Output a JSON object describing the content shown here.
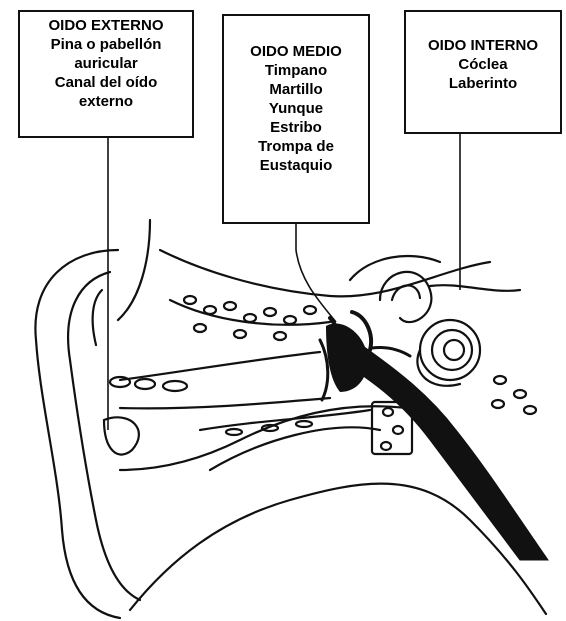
{
  "labels": {
    "externo": {
      "title": "OIDO EXTERNO",
      "lines": [
        "Pina o pabellón",
        "auricular",
        "Canal del oído",
        "externo"
      ]
    },
    "medio": {
      "title": "OIDO MEDIO",
      "lines": [
        "Timpano",
        "Martillo",
        "Yunque",
        "Estribo",
        "Trompa de",
        "Eustaquio"
      ]
    },
    "interno": {
      "title": "OIDO INTERNO",
      "lines": [
        "Cóclea",
        "Laberinto"
      ]
    }
  },
  "colors": {
    "ink": "#111111",
    "paper": "#ffffff"
  }
}
